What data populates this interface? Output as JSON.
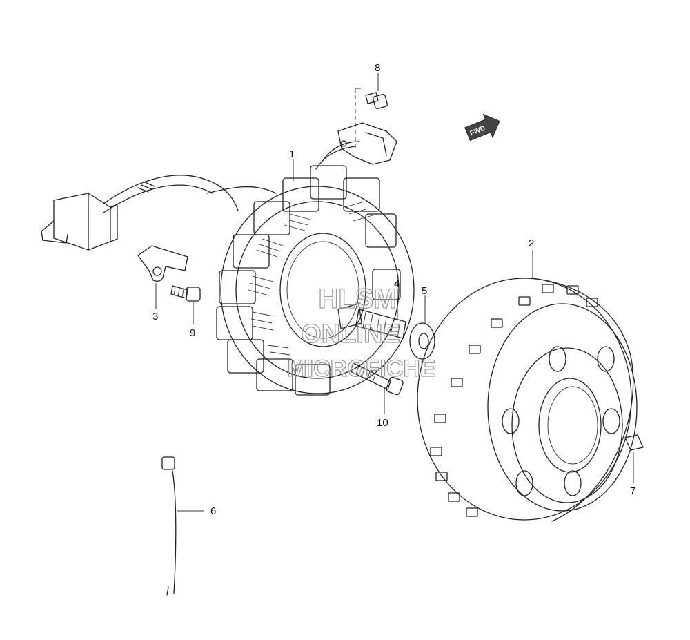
{
  "callouts": [
    "1",
    "2",
    "3",
    "4",
    "5",
    "6",
    "7",
    "8",
    "9",
    "10"
  ],
  "fwd_label": "FWD",
  "watermark": {
    "line1": "HLSM",
    "line2": "ONLINE",
    "line3": "MICROFICHE"
  }
}
